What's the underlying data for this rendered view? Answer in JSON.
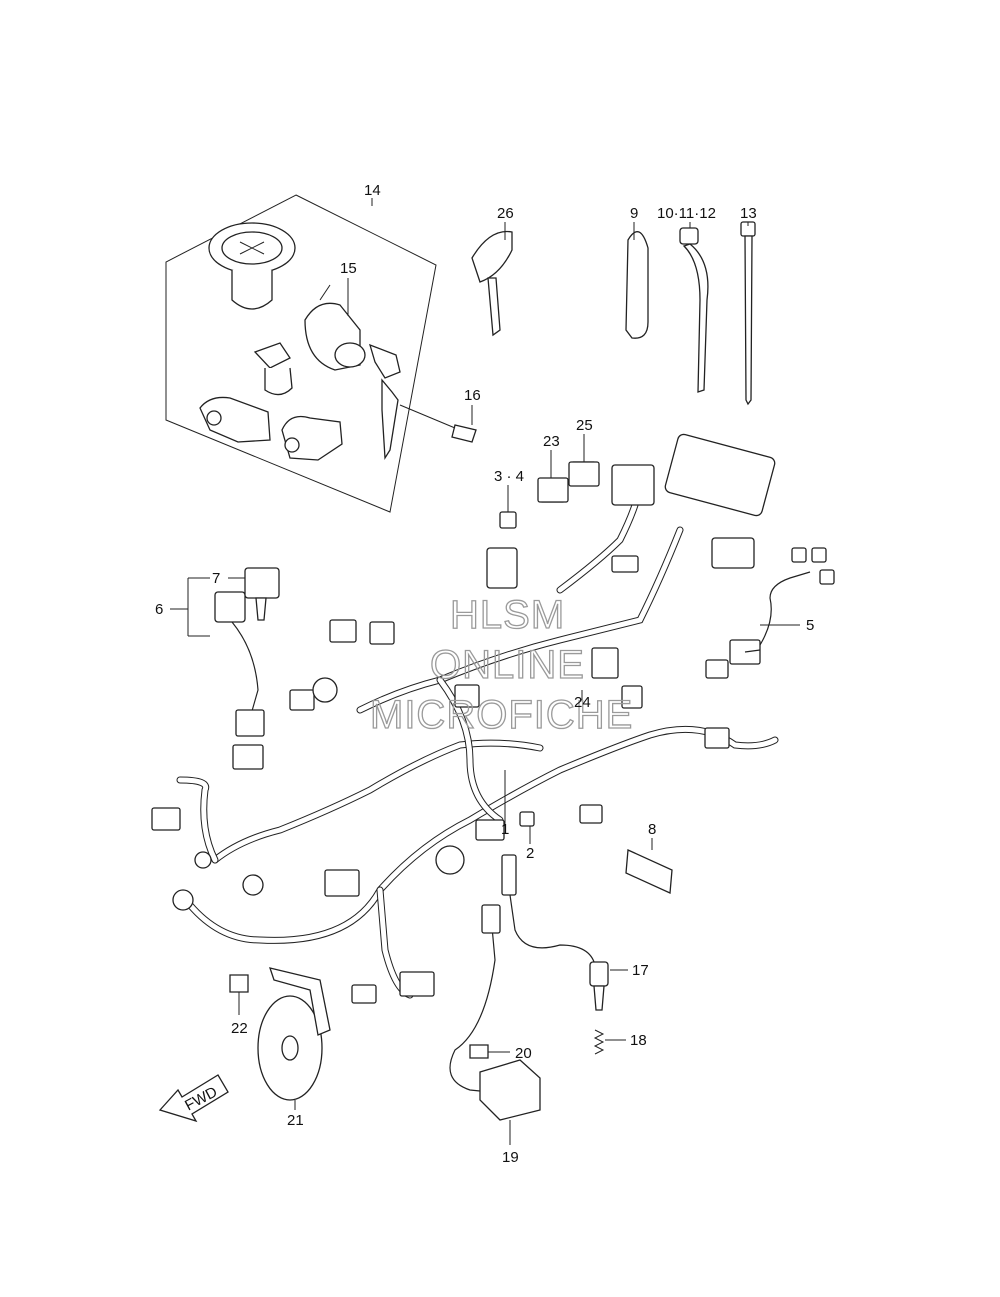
{
  "callouts": {
    "c1": "1",
    "c2": "2",
    "c34": "3 · 4",
    "c5": "5",
    "c6": "6",
    "c7": "7",
    "c8": "8",
    "c9": "9",
    "c101112": "10·11·12",
    "c13": "13",
    "c14": "14",
    "c15": "15",
    "c16": "16",
    "c17": "17",
    "c18": "18",
    "c19": "19",
    "c20": "20",
    "c21": "21",
    "c22": "22",
    "c23": "23",
    "c24": "24",
    "c25": "25",
    "c26": "26"
  },
  "fwd": "FWD",
  "watermark": {
    "line1": "HLSM",
    "line2": "ONLINE",
    "line3": "MICROFICHE"
  }
}
